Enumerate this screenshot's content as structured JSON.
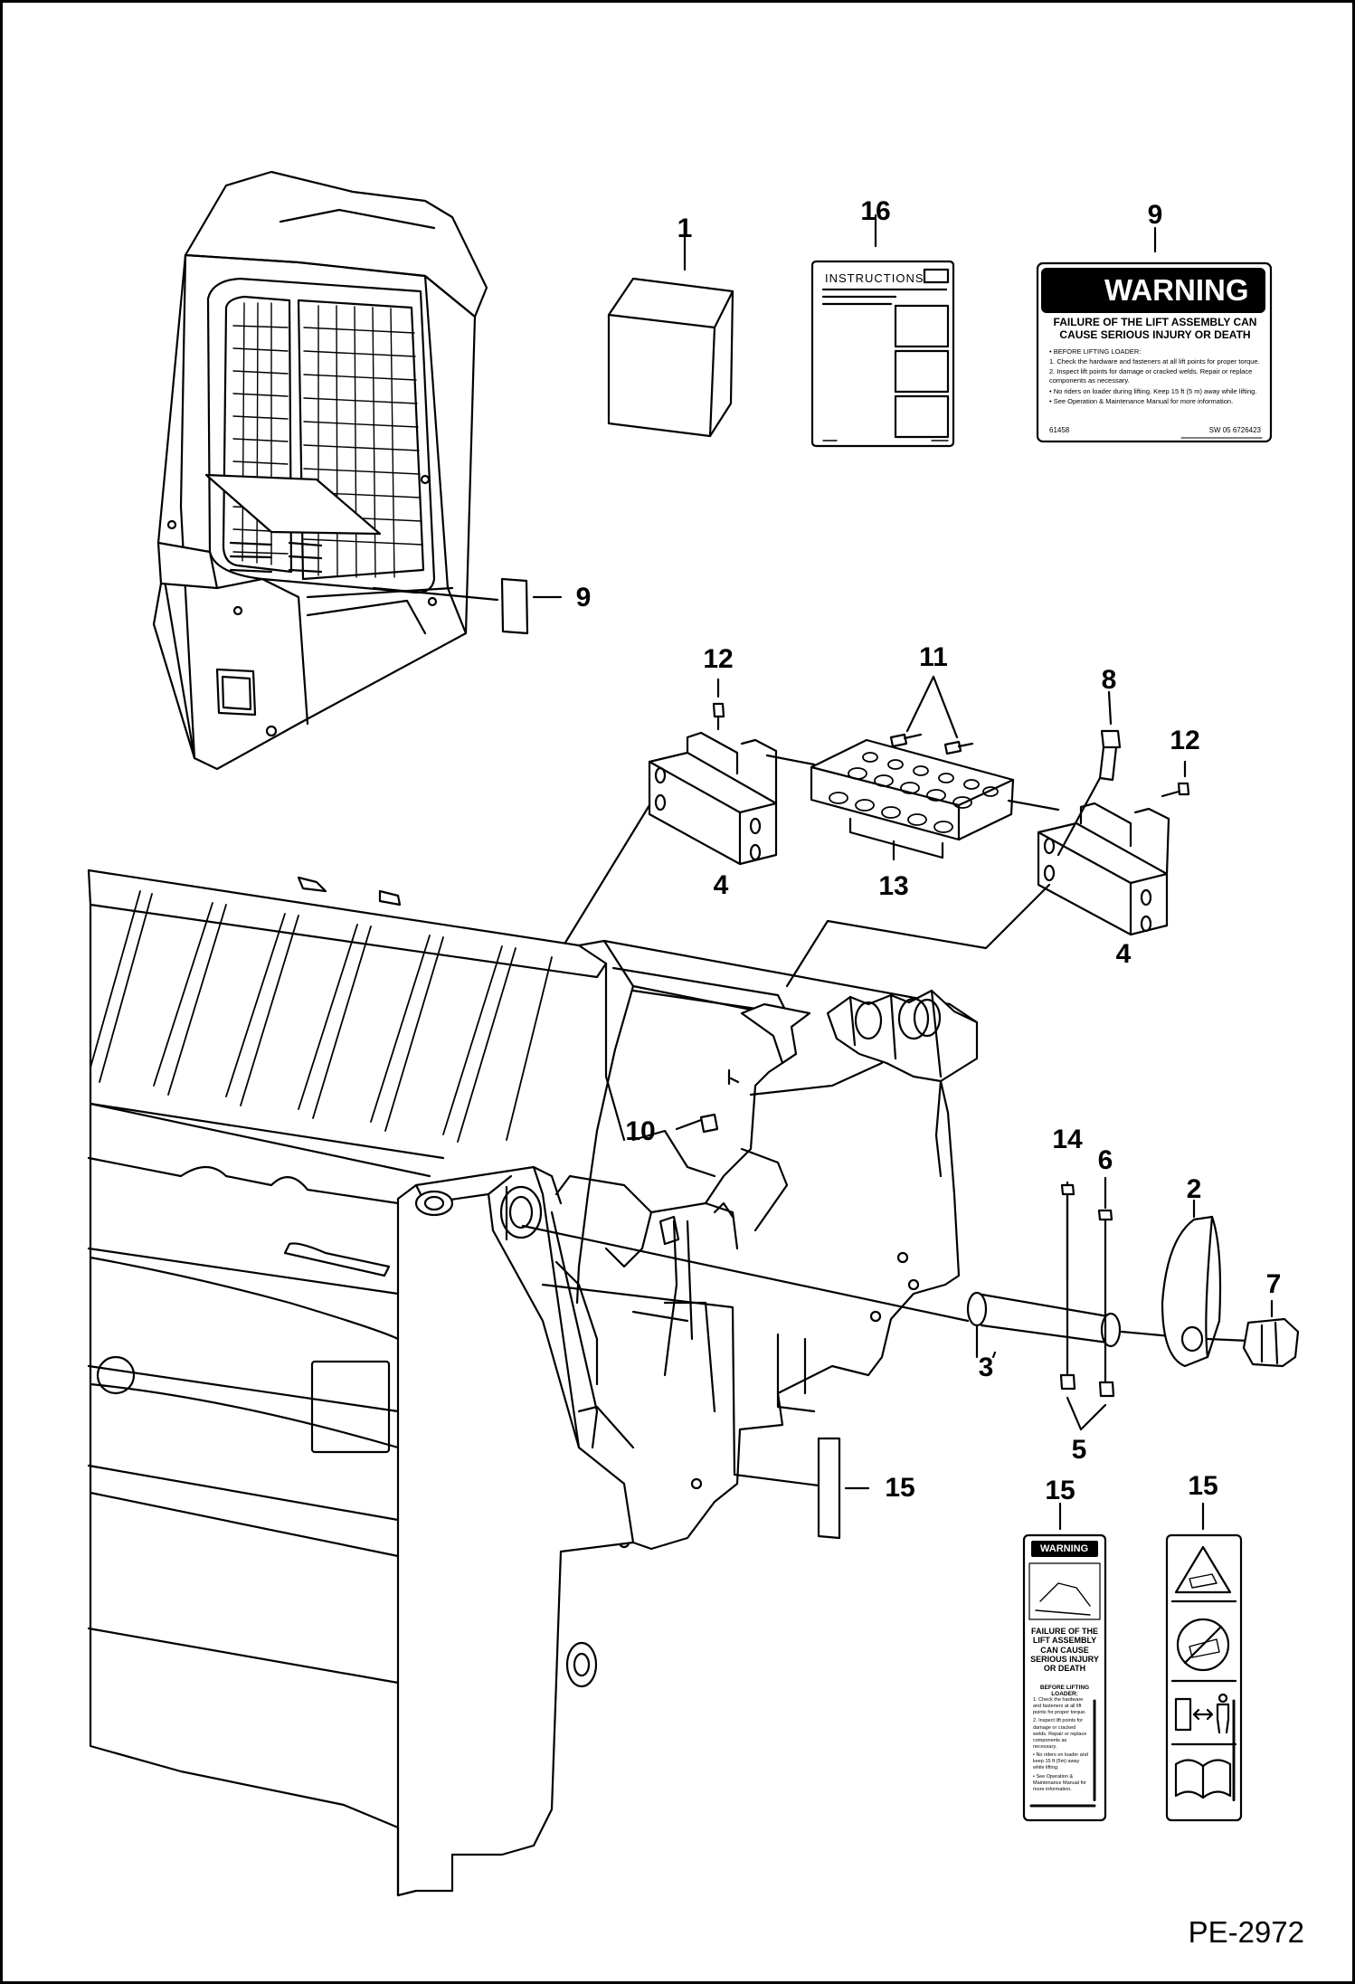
{
  "part_numbers": [
    {
      "id": "1",
      "label": "1"
    },
    {
      "id": "16",
      "label": "16"
    },
    {
      "id": "9-top",
      "label": "9"
    },
    {
      "id": "9-side",
      "label": "9"
    },
    {
      "id": "12-left",
      "label": "12"
    },
    {
      "id": "11",
      "label": "11"
    },
    {
      "id": "8",
      "label": "8"
    },
    {
      "id": "12-right",
      "label": "12"
    },
    {
      "id": "4-left",
      "label": "4"
    },
    {
      "id": "13",
      "label": "13"
    },
    {
      "id": "4-right",
      "label": "4"
    },
    {
      "id": "10",
      "label": "10"
    },
    {
      "id": "14",
      "label": "14"
    },
    {
      "id": "6",
      "label": "6"
    },
    {
      "id": "2",
      "label": "2"
    },
    {
      "id": "7",
      "label": "7"
    },
    {
      "id": "3",
      "label": "3"
    },
    {
      "id": "5",
      "label": "5"
    },
    {
      "id": "15-side",
      "label": "15"
    },
    {
      "id": "15-decal-a",
      "label": "15"
    },
    {
      "id": "15-decal-b",
      "label": "15"
    }
  ],
  "instructions_decal": {
    "title": "INSTRUCTIONS"
  },
  "warning_decal_9": {
    "heading": "WARNING",
    "title": "FAILURE OF THE LIFT ASSEMBLY CAN CAUSE SERIOUS INJURY OR DEATH",
    "lines": [
      "• BEFORE LIFTING LOADER:",
      "1. Check the hardware and fasteners at all lift points for proper torque.",
      "2. Inspect lift points for damage or cracked welds. Repair or replace components as necessary.",
      "• No riders on loader during lifting. Keep 15 ft (5 m) away while lifting.",
      "• See Operation & Maintenance Manual for more information."
    ],
    "code_left": "61458",
    "code_right": "SW 05  6726423"
  },
  "warning_decal_15": {
    "heading": "WARNING",
    "title": "FAILURE OF THE LIFT ASSEMBLY CAN CAUSE SERIOUS INJURY OR DEATH",
    "subtitle": "BEFORE LIFTING LOADER:",
    "lines": [
      "1. Check the hardware and fasteners at all lift points for proper torque.",
      "2. Inspect lift points for damage or cracked welds. Repair or replace components as necessary.",
      "• No riders on loader and keep 15 ft (5m) away while lifting.",
      "• See Operation & Maintenance Manual for more information."
    ]
  },
  "figure_code": "PE-2972"
}
